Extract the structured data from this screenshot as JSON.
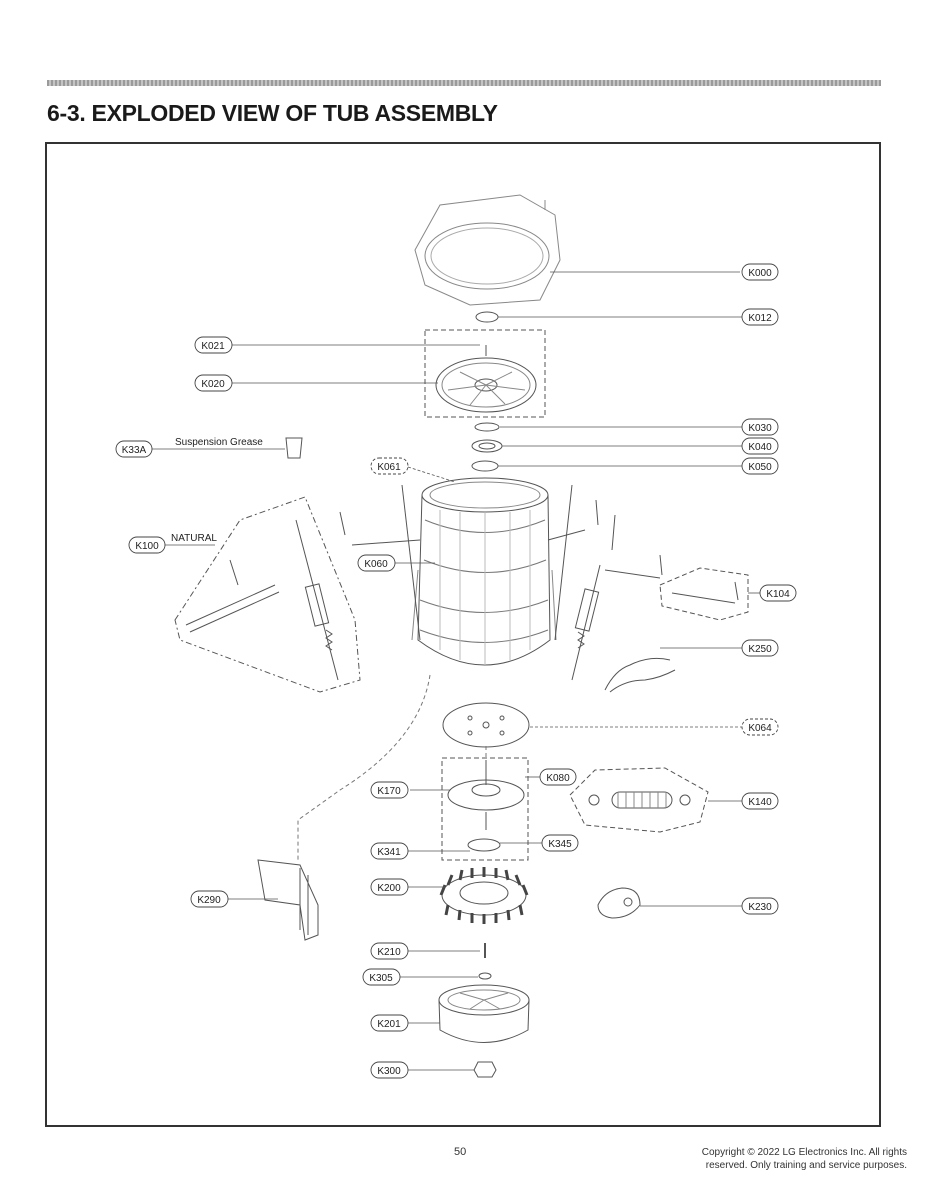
{
  "header": {
    "title": "6-3. EXPLODED VIEW OF TUB ASSEMBLY"
  },
  "labels": {
    "K000": "K000",
    "K012": "K012",
    "K021": "K021",
    "K020": "K020",
    "K030": "K030",
    "K040": "K040",
    "K050": "K050",
    "K33A": "K33A",
    "suspension_grease": "Suspension Grease",
    "K061": "K061",
    "K100": "K100",
    "natural": "NATURAL",
    "K060": "K060",
    "K104": "K104",
    "K250": "K250",
    "K064": "K064",
    "K080": "K080",
    "K170": "K170",
    "K140": "K140",
    "K345": "K345",
    "K341": "K341",
    "K200": "K200",
    "K290": "K290",
    "K230": "K230",
    "K210": "K210",
    "K305": "K305",
    "K201": "K201",
    "K300": "K300"
  },
  "footer": {
    "page_number": "50",
    "copyright_line1": "Copyright © 2022 LG Electronics Inc. All rights",
    "copyright_line2": "reserved. Only training and service purposes."
  }
}
